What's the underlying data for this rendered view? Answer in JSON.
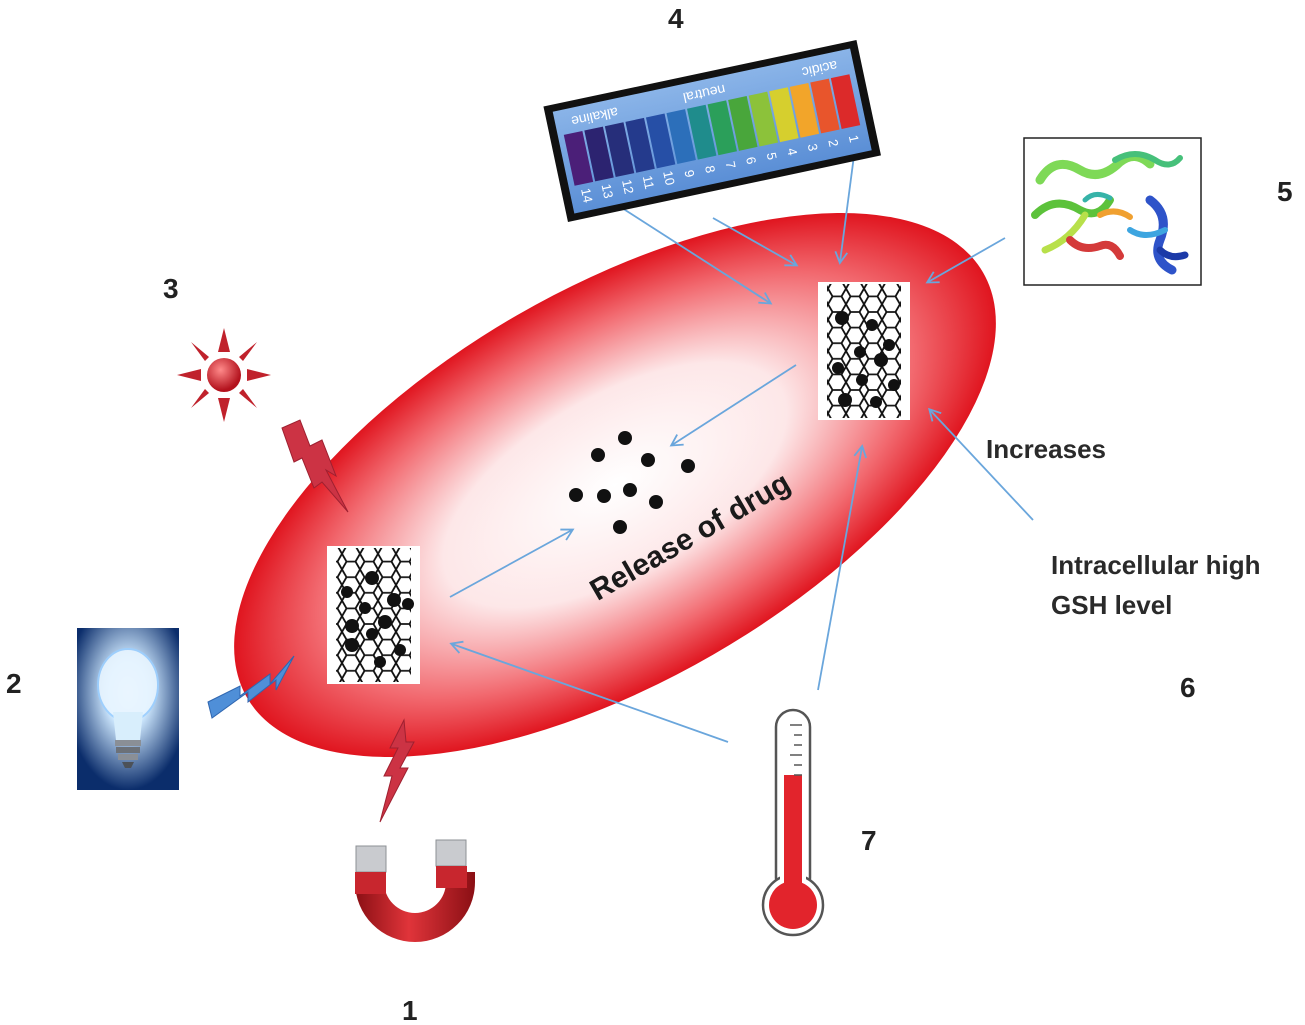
{
  "stimuli": {
    "magnet": {
      "number": "1",
      "icon": "magnet-icon"
    },
    "light_bulb": {
      "number": "2",
      "icon": "light-bulb-icon"
    },
    "sun": {
      "number": "3",
      "icon": "sun-icon"
    },
    "ph_strip": {
      "number": "4",
      "icon": "ph-indicator-strip-icon",
      "words": {
        "alkaline": "alkaline",
        "neutral": "neutral",
        "acidic": "acidic"
      },
      "scale": [
        "14",
        "13",
        "12",
        "11",
        "10",
        "9",
        "8",
        "7",
        "6",
        "5",
        "4",
        "3",
        "2",
        "1"
      ],
      "colors": [
        "#4b1f78",
        "#2c2370",
        "#262e7a",
        "#243a8c",
        "#264fa6",
        "#2c6fba",
        "#1f8c8c",
        "#2b9f5a",
        "#49a63b",
        "#8cc23a",
        "#d6cf2e",
        "#f2a52a",
        "#e8552c",
        "#dc2a2a"
      ]
    },
    "enzyme": {
      "number": "5",
      "icon": "enzyme-protein-structure-icon"
    },
    "gsh": {
      "number": "6",
      "increases": "Increases",
      "line1": "Intracellular high",
      "line2": "GSH level"
    },
    "temperature": {
      "number": "7",
      "icon": "thermometer-icon"
    }
  },
  "center": {
    "label": "Release of drug"
  },
  "colors": {
    "cell": "#e8232b",
    "arrow": "#6aa6dc",
    "bolt": "#cc3344",
    "bolt_blue": "#4f8fd8"
  }
}
